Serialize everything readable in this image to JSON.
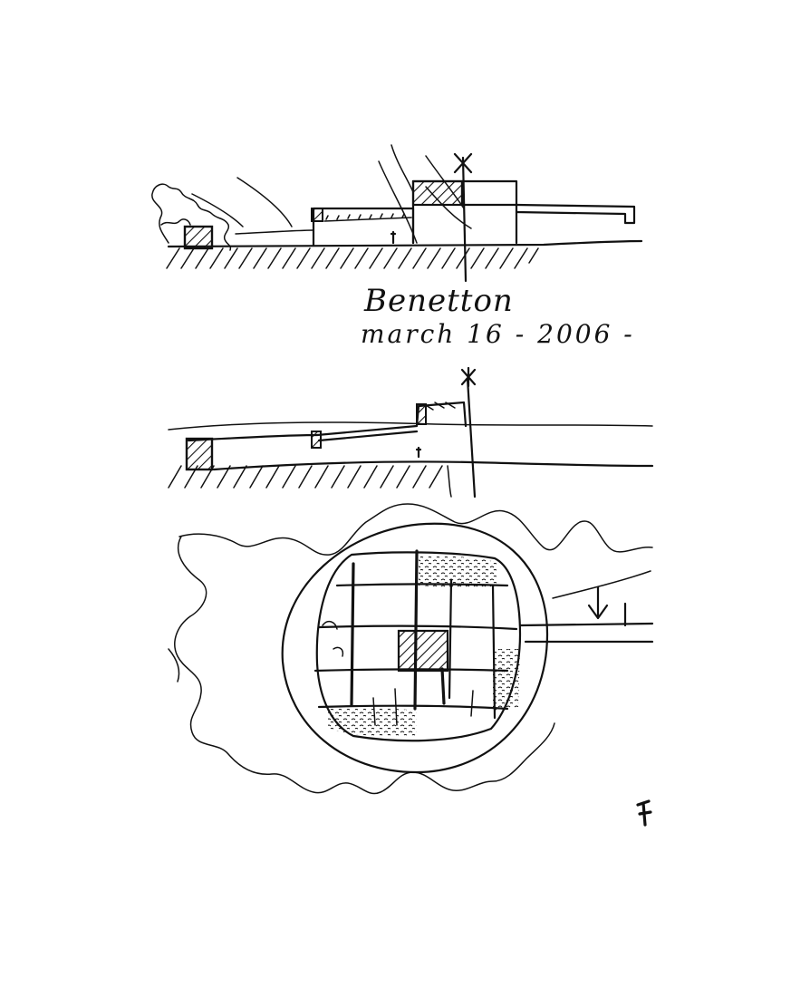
{
  "caption": {
    "name": "Benetton",
    "date": "march 16 - 2006 -"
  },
  "signature": "F",
  "colors": {
    "paper": "#ffffff",
    "ink": "#111111"
  }
}
